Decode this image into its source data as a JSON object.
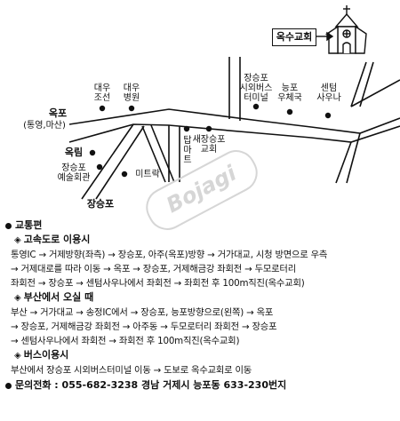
{
  "map": {
    "church_label": "옥수교회",
    "places": {
      "daewoo_joseon": "대우\n조선",
      "daewoo_hospital": "대우\n병원",
      "tap_mart": "탑\n마\n트",
      "saejangseungpo_church": "새장승포\n교회",
      "bus_terminal": "장승포\n시외버스\n터미널",
      "post_office": "능포\n우체국",
      "center_sauna": "센텀\n사우나",
      "okpo": "옥포",
      "okpo_sub": "(통영,마산)",
      "okrim": "옥림",
      "arts_center": "장승포\n예술회관",
      "mitrak": "미트락",
      "jangseungpo": "장승포"
    },
    "watermark": "Bojagi"
  },
  "info": {
    "title": "교통편",
    "sections": [
      {
        "heading": "고속도로 이용시",
        "lines": [
          "통영IC → 거제방향(좌측) → 장승포, 아주(옥포)방향 → 거가대교, 시청 방면으로 우측",
          "→ 거제대로를 따라 이동 → 옥포 → 장승포, 거제해금강 좌회전 → 두모로터리",
          "좌회전 → 장승포 → 센텀사우나에서 좌회전 → 좌회전 후 100m직진(옥수교회)"
        ]
      },
      {
        "heading": "부산에서 오실 때",
        "lines": [
          "부산 → 거가대교 → 송정IC에서 → 장승포, 능포방향으로(왼쪽) → 옥포",
          "→ 장승포, 거제해금강 좌회전 → 아주동 → 두모로터리 좌회전 → 장승포",
          "→ 센텀사우나에서 좌회전 → 좌회전 후 100m직진(옥수교회)"
        ]
      },
      {
        "heading": "버스이용시",
        "lines": [
          "부산에서 장승포 시외버스터미널 이동 → 도보로 옥수교회로 이동"
        ]
      }
    ],
    "contact": "문의전화 : 055-682-3238 경남 거제시 능포동 633-230번지"
  }
}
